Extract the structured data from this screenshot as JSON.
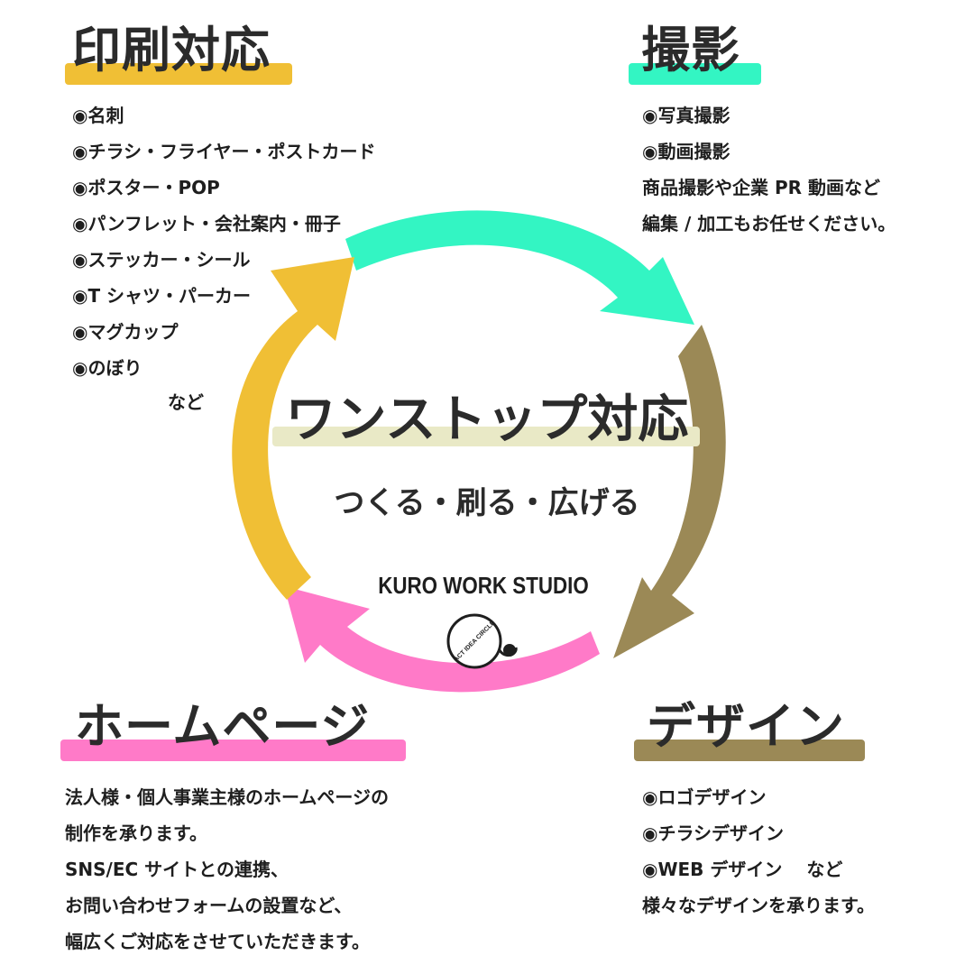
{
  "colors": {
    "print": "#F0BF35",
    "photo": "#33F5C3",
    "design": "#9B8956",
    "web": "#FF7AC8",
    "center_bar": "#E9E9C6",
    "text": "#1E1E1E"
  },
  "print": {
    "heading": "印刷対応",
    "items": [
      "◉名刺",
      "◉チラシ・フライヤー・ポストカード",
      "◉ポスター・POP",
      "◉パンフレット・会社案内・冊子",
      "◉ステッカー・シール",
      "◉T シャツ・パーカー",
      "◉マグカップ",
      "◉のぼり"
    ],
    "etc": "など"
  },
  "photo": {
    "heading": "撮影",
    "items": [
      "◉写真撮影",
      "◉動画撮影",
      "商品撮影や企業 PR 動画など",
      "編集 / 加工もお任せください。"
    ]
  },
  "center": {
    "title": "ワンストップ対応",
    "subtitle": "つくる・刷る・広げる",
    "studio": "KURO WORK STUDIO",
    "logo_text": "ACT IDEA CIRCLE"
  },
  "web": {
    "heading": "ホームページ",
    "lines": [
      "法人様・個人事業主様のホームページの",
      "制作を承ります。",
      "SNS/EC サイトとの連携、",
      "お問い合わせフォームの設置など、",
      "幅広くご対応をさせていただきます。"
    ]
  },
  "design": {
    "heading": "デザイン",
    "items": [
      "◉ロゴデザイン",
      "◉チラシデザイン",
      "◉WEB デザイン　 など",
      "様々なデザインを承ります。"
    ]
  }
}
